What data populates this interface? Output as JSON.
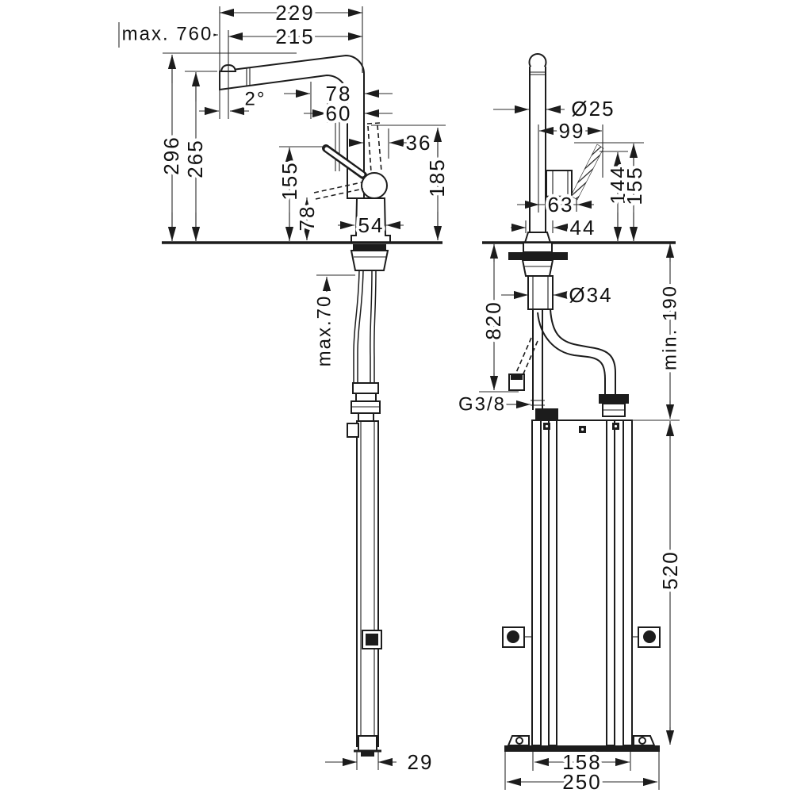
{
  "drawing": {
    "type": "technical-dimension-drawing",
    "background": "#ffffff",
    "line_color": "#1c1c1c",
    "side_view": {
      "dims": {
        "pullout_max": "max. 760",
        "reach_total": "229",
        "reach_inner": "215",
        "spout_angle": "2°",
        "depth_78": "78",
        "depth_60": "60",
        "handle_offset": "36",
        "height_total": "296",
        "height_spout": "265",
        "height_handle": "155",
        "height_handle_low": "78",
        "height_handle_top": "185",
        "base_width": "54",
        "deck_max": "max.70",
        "box_depth": "29"
      }
    },
    "front_view": {
      "dims": {
        "body_diameter": "Ø25",
        "handle_length": "99",
        "handle_height_a": "144",
        "handle_height_b": "155",
        "handle_offset": "63",
        "base_width": "44",
        "shank_diameter": "Ø34",
        "hose_length": "820",
        "thread": "G3/8",
        "clearance_min": "min. 190",
        "box_height": "520",
        "box_width": "158",
        "base_plate_width": "250"
      }
    }
  }
}
